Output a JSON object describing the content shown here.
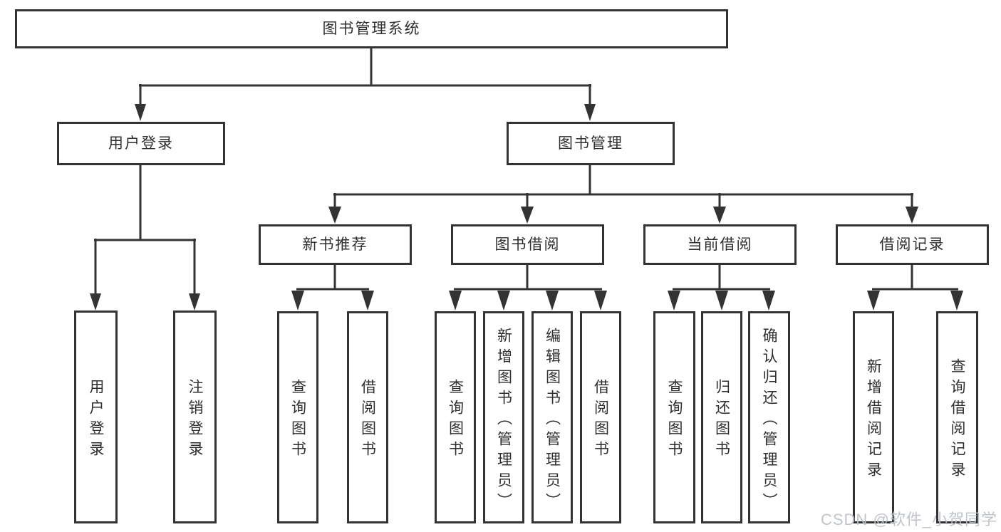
{
  "diagram": {
    "title": "图书管理系统",
    "nodes": [
      {
        "id": "root",
        "label": "图书管理系统",
        "orientation": "horizontal",
        "parent": null
      },
      {
        "id": "user-login",
        "label": "用户登录",
        "orientation": "horizontal",
        "parent": "root"
      },
      {
        "id": "book-mgmt",
        "label": "图书管理",
        "orientation": "horizontal",
        "parent": "root"
      },
      {
        "id": "new-book-rec",
        "label": "新书推荐",
        "orientation": "horizontal",
        "parent": "book-mgmt"
      },
      {
        "id": "book-borrow",
        "label": "图书借阅",
        "orientation": "horizontal",
        "parent": "book-mgmt"
      },
      {
        "id": "current-borrow",
        "label": "当前借阅",
        "orientation": "horizontal",
        "parent": "book-mgmt"
      },
      {
        "id": "borrow-records",
        "label": "借阅记录",
        "orientation": "horizontal",
        "parent": "book-mgmt"
      },
      {
        "id": "leaf-user-login",
        "label": "用户登录",
        "orientation": "vertical",
        "parent": "user-login"
      },
      {
        "id": "leaf-logout",
        "label": "注销登录",
        "orientation": "vertical",
        "parent": "user-login"
      },
      {
        "id": "leaf-query-book-new",
        "label": "查询图书",
        "orientation": "vertical",
        "parent": "new-book-rec"
      },
      {
        "id": "leaf-borrow-book-new",
        "label": "借阅图书",
        "orientation": "vertical",
        "parent": "new-book-rec"
      },
      {
        "id": "leaf-query-book-borrow",
        "label": "查询图书",
        "orientation": "vertical",
        "parent": "book-borrow"
      },
      {
        "id": "leaf-add-book",
        "label": "新增图书（管理员）",
        "orientation": "vertical",
        "parent": "book-borrow"
      },
      {
        "id": "leaf-edit-book",
        "label": "编辑图书（管理员）",
        "orientation": "vertical",
        "parent": "book-borrow"
      },
      {
        "id": "leaf-borrow-book",
        "label": "借阅图书",
        "orientation": "vertical",
        "parent": "book-borrow"
      },
      {
        "id": "leaf-query-book-current",
        "label": "查询图书",
        "orientation": "vertical",
        "parent": "current-borrow"
      },
      {
        "id": "leaf-return-book",
        "label": "归还图书",
        "orientation": "vertical",
        "parent": "current-borrow"
      },
      {
        "id": "leaf-confirm-return",
        "label": "确认归还（管理员）",
        "orientation": "vertical",
        "parent": "current-borrow"
      },
      {
        "id": "leaf-add-record",
        "label": "新增借阅记录",
        "orientation": "vertical",
        "parent": "borrow-records"
      },
      {
        "id": "leaf-query-record",
        "label": "查询借阅记录",
        "orientation": "vertical",
        "parent": "borrow-records"
      }
    ]
  },
  "watermark": {
    "text": "CSDN @软件_小贺同学"
  },
  "colors": {
    "line": "#333333",
    "border": "#333333",
    "fill": "#ffffff",
    "text": "#2f2f2f",
    "watermark": "#bdc1c9",
    "background": "#ffffff"
  }
}
